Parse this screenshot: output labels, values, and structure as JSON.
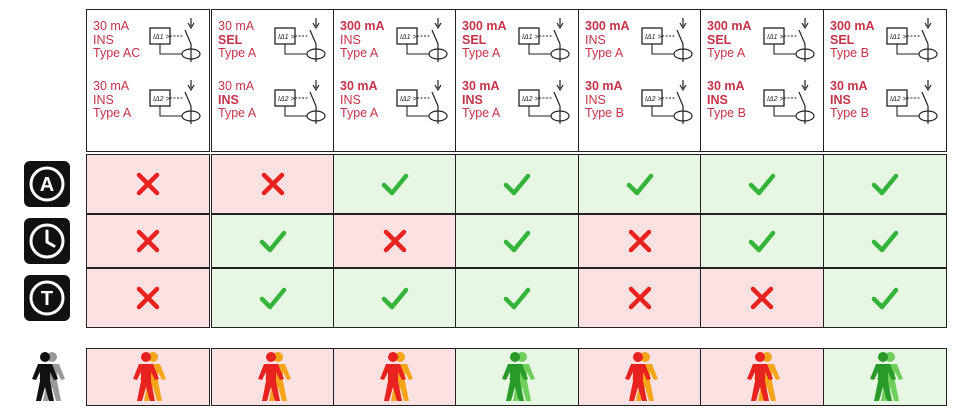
{
  "columns": [
    {
      "top": {
        "current": "30 mA",
        "mode": "INS",
        "type": "Type AC",
        "bold": false
      },
      "bottom": {
        "current": "30 mA",
        "mode": "INS",
        "type": "Type A",
        "bold": false
      },
      "rows": [
        "bad",
        "bad",
        "bad"
      ],
      "person": "bad"
    },
    {
      "top": {
        "current": "30 mA",
        "mode": "SEL",
        "type": "Type A",
        "bold": false,
        "mode_bold": true
      },
      "bottom": {
        "current": "30 mA",
        "mode": "INS",
        "type": "Type A",
        "bold": false,
        "mode_bold": true
      },
      "rows": [
        "bad",
        "good",
        "good"
      ],
      "person": "bad"
    },
    {
      "top": {
        "current": "300 mA",
        "mode": "INS",
        "type": "Type A",
        "bold": true
      },
      "bottom": {
        "current": "30 mA",
        "mode": "INS",
        "type": "Type A",
        "bold": true
      },
      "rows": [
        "good",
        "bad",
        "good"
      ],
      "person": "bad"
    },
    {
      "top": {
        "current": "300 mA",
        "mode": "SEL",
        "type": "Type A",
        "bold": true,
        "mode_bold": true
      },
      "bottom": {
        "current": "30 mA",
        "mode": "INS",
        "type": "Type A",
        "bold": true,
        "mode_bold": true
      },
      "rows": [
        "good",
        "good",
        "good"
      ],
      "person": "good"
    },
    {
      "top": {
        "current": "300 mA",
        "mode": "INS",
        "type": "Type A",
        "bold": true
      },
      "bottom": {
        "current": "30 mA",
        "mode": "INS",
        "type": "Type B",
        "bold": true
      },
      "rows": [
        "good",
        "bad",
        "bad"
      ],
      "person": "bad"
    },
    {
      "top": {
        "current": "300 mA",
        "mode": "SEL",
        "type": "Type A",
        "bold": true,
        "mode_bold": true
      },
      "bottom": {
        "current": "30 mA",
        "mode": "INS",
        "type": "Type B",
        "bold": true,
        "mode_bold": true
      },
      "rows": [
        "good",
        "good",
        "bad"
      ],
      "person": "bad"
    },
    {
      "top": {
        "current": "300 mA",
        "mode": "SEL",
        "type": "Type B",
        "bold": true,
        "mode_bold": true
      },
      "bottom": {
        "current": "30 mA",
        "mode": "INS",
        "type": "Type B",
        "bold": true,
        "mode_bold": true
      },
      "rows": [
        "good",
        "good",
        "good"
      ],
      "person": "good"
    }
  ],
  "row_icons": [
    {
      "name": "letter-a-icon",
      "letter": "A"
    },
    {
      "name": "clock-icon"
    },
    {
      "name": "letter-t-icon",
      "letter": "T"
    }
  ],
  "symbol_labels": {
    "top": "IΔ1 >",
    "bottom": "IΔ2 >"
  },
  "colors": {
    "text_red": "#c6334a",
    "cross": "#e8221e",
    "check": "#34b53a",
    "bad_bg": "#fbe1e1",
    "good_bg": "#e8f7e4"
  }
}
